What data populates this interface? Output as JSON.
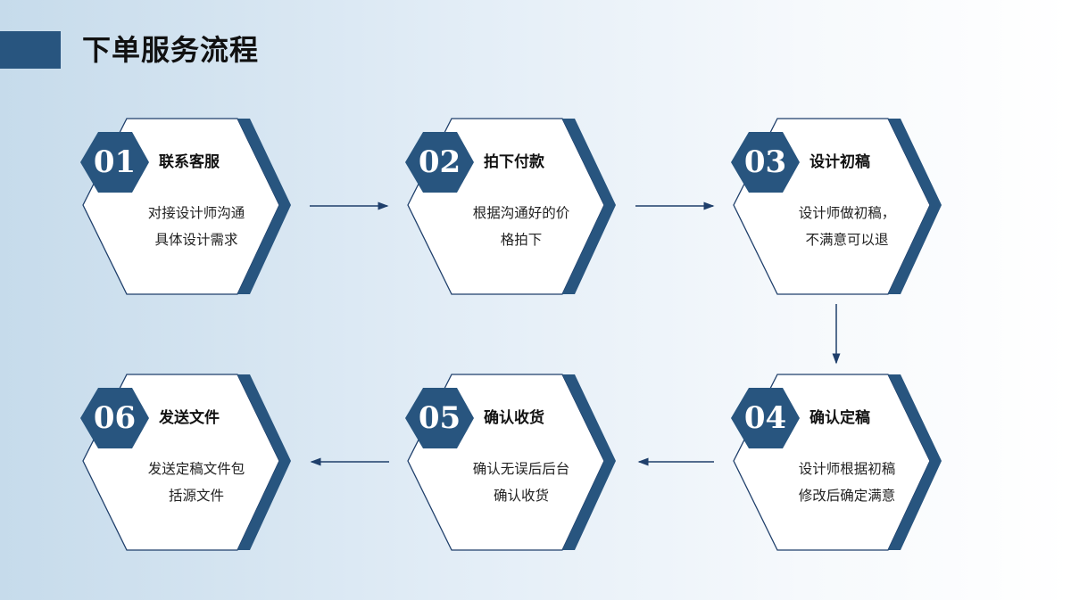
{
  "title": "下单服务流程",
  "colors": {
    "accent": "#28557f",
    "hex_fill": "#ffffff",
    "hex_border": "#1f3f6b"
  },
  "steps": [
    {
      "number": "01",
      "title": "联系客服",
      "desc": [
        "对接设计师沟通",
        "具体设计需求"
      ]
    },
    {
      "number": "02",
      "title": "拍下付款",
      "desc": [
        "根据沟通好的价",
        "格拍下"
      ]
    },
    {
      "number": "03",
      "title": "设计初稿",
      "desc": [
        "设计师做初稿，",
        "不满意可以退"
      ]
    },
    {
      "number": "04",
      "title": "确认定稿",
      "desc": [
        "设计师根据初稿",
        "修改后确定满意"
      ]
    },
    {
      "number": "05",
      "title": "确认收货",
      "desc": [
        "确认无误后后台",
        "确认收货"
      ]
    },
    {
      "number": "06",
      "title": "发送文件",
      "desc": [
        "发送定稿文件包",
        "括源文件"
      ]
    }
  ]
}
